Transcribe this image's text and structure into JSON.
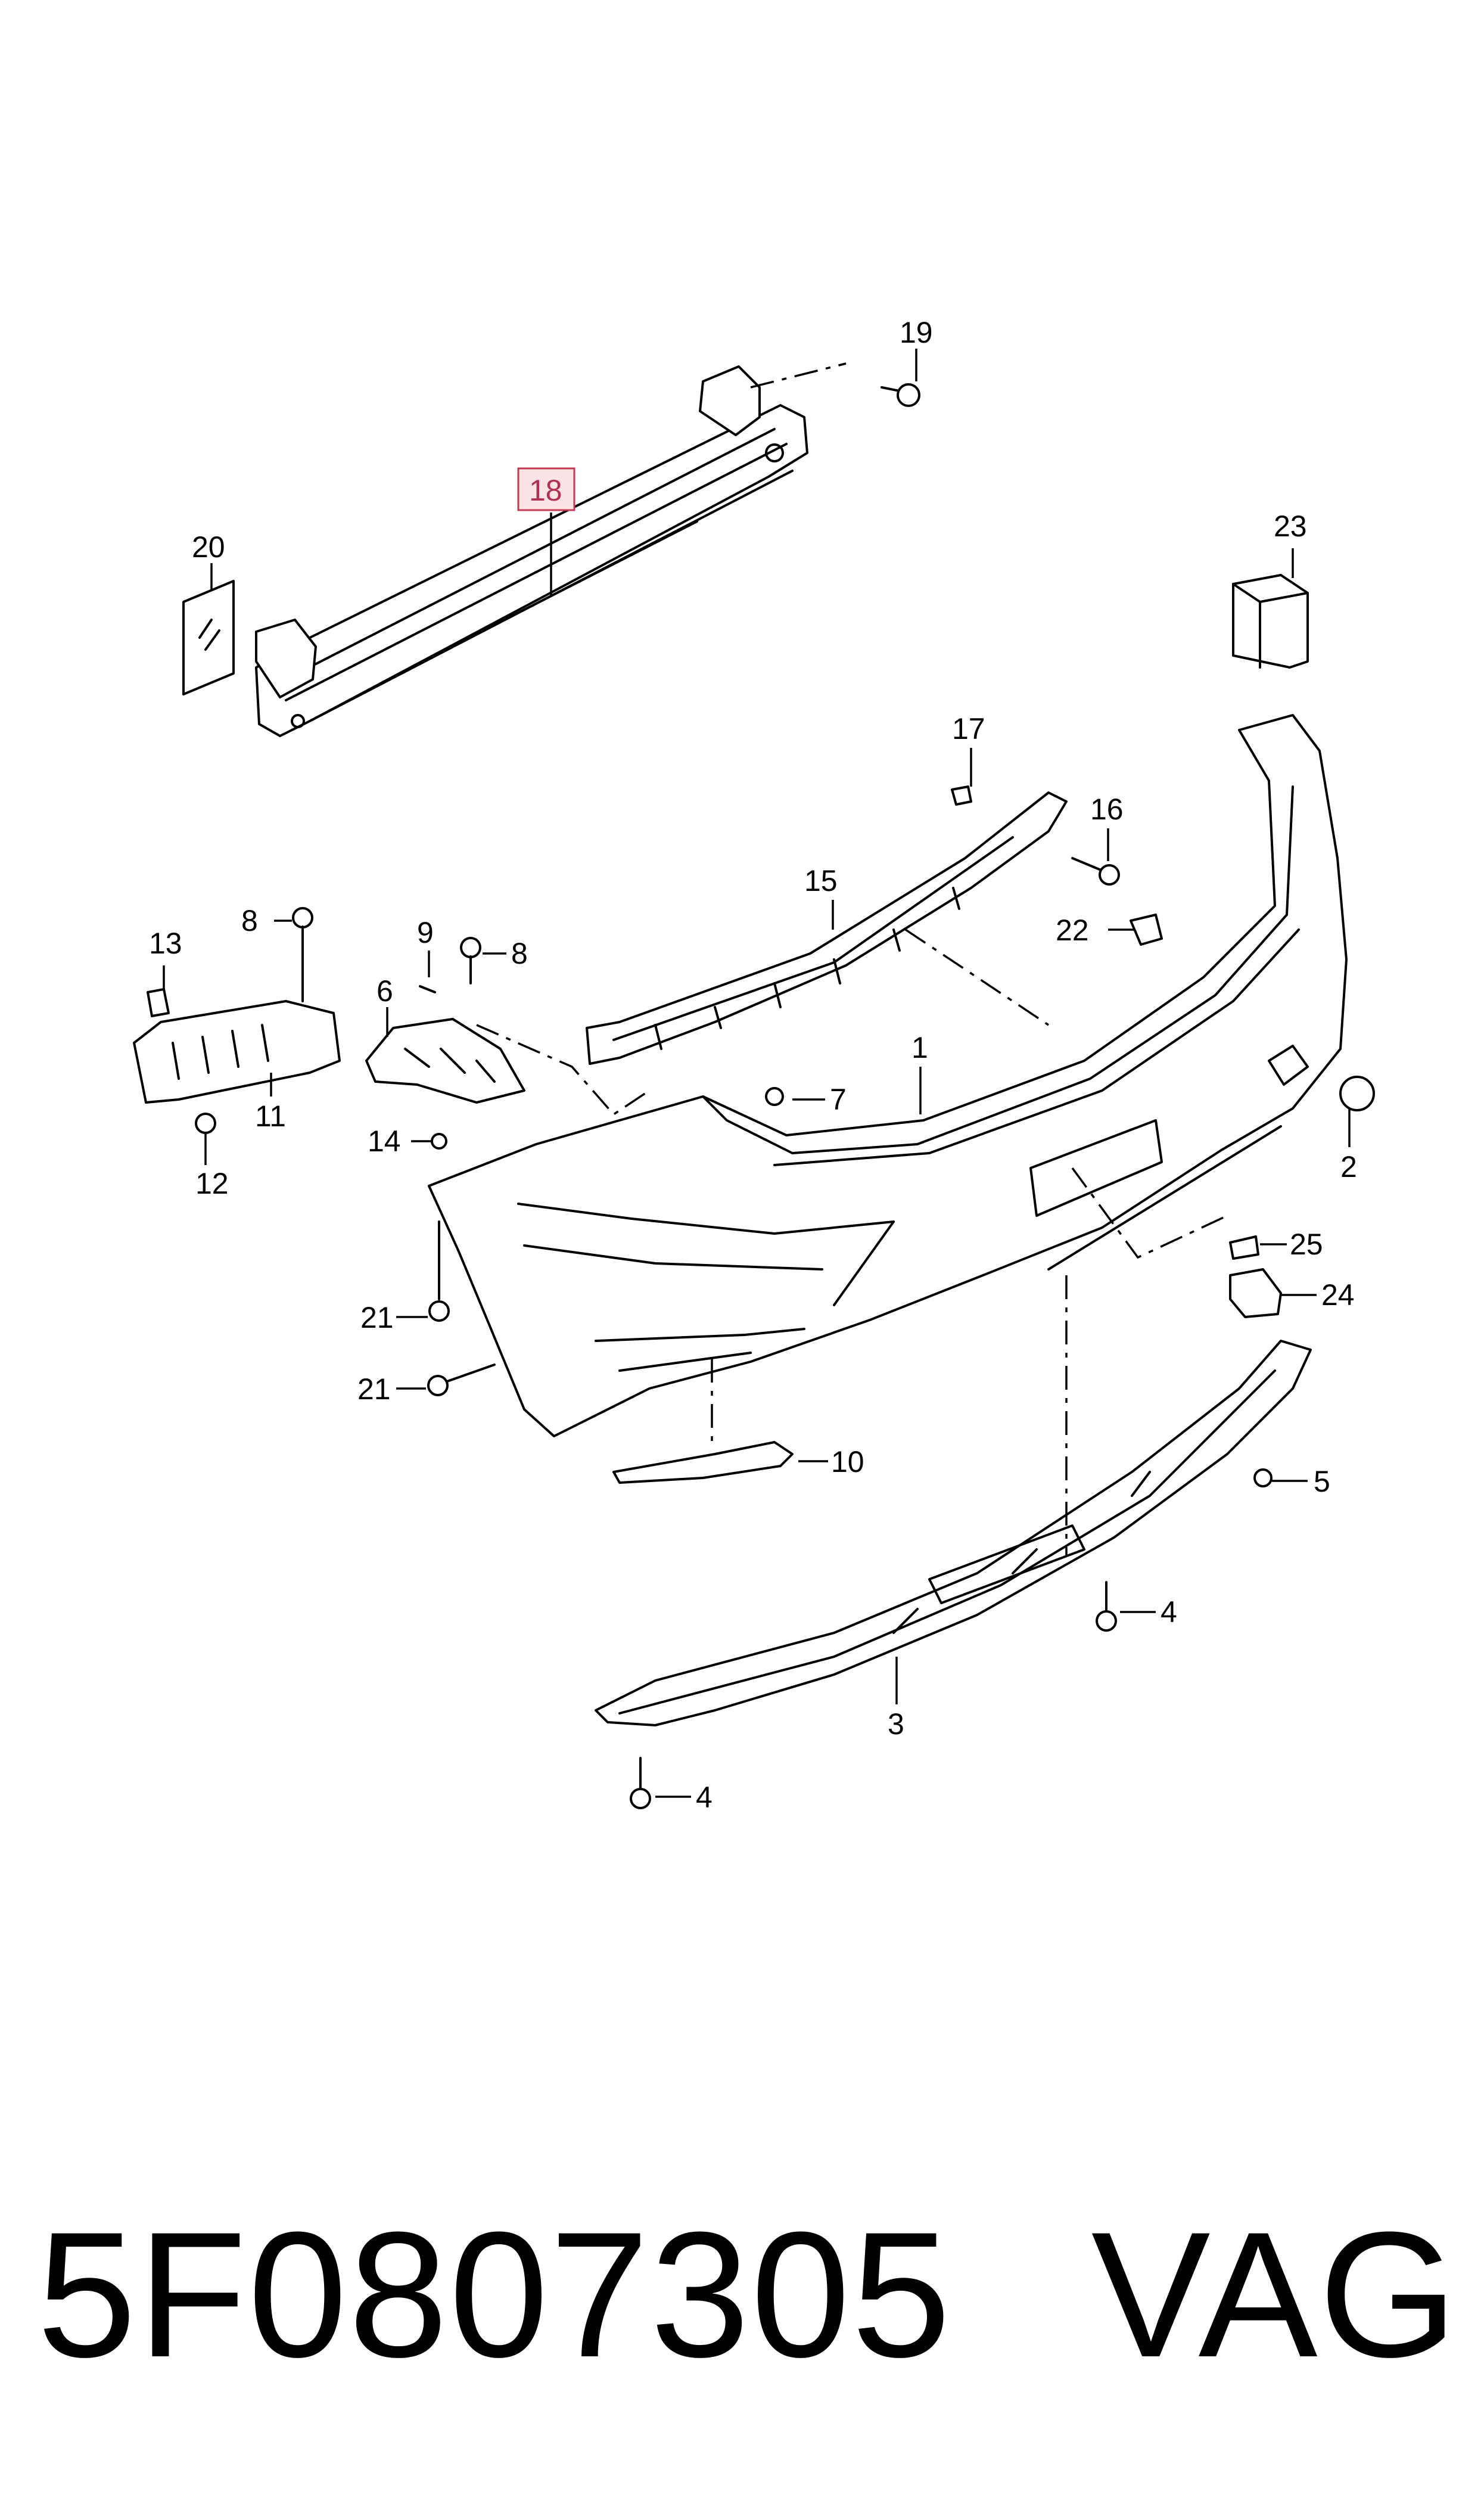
{
  "callouts": {
    "c1": "1",
    "c2": "2",
    "c3": "3",
    "c4a": "4",
    "c4b": "4",
    "c5": "5",
    "c6": "6",
    "c7": "7",
    "c8a": "8",
    "c8b": "8",
    "c9": "9",
    "c10": "10",
    "c11": "11",
    "c12": "12",
    "c13": "13",
    "c14": "14",
    "c15": "15",
    "c16": "16",
    "c17": "17",
    "c18": "18",
    "c19": "19",
    "c20": "20",
    "c21a": "21",
    "c21b": "21",
    "c22": "22",
    "c23": "23",
    "c24": "24",
    "c25": "25"
  },
  "highlighted_callout": "18",
  "colors": {
    "highlight_fill": "#fbe3e6",
    "highlight_stroke": "#c23b53",
    "line": "#000000"
  },
  "footer": {
    "part_number": "5F0807305",
    "brand": "VAG"
  }
}
